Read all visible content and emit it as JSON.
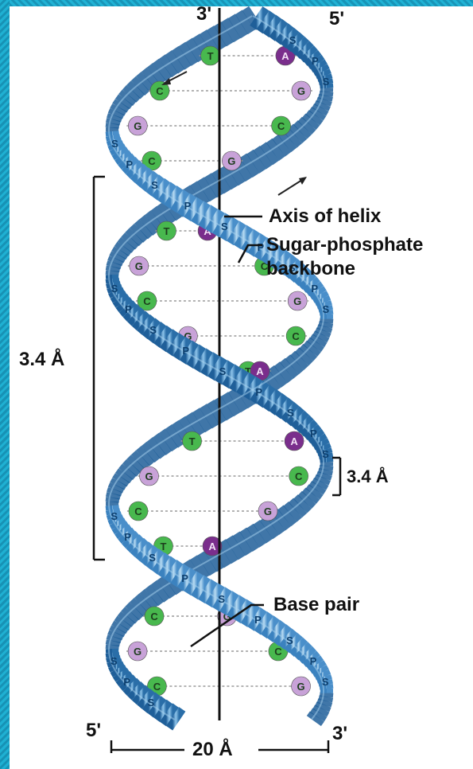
{
  "labels": {
    "end_top_left": "3'",
    "end_top_right": "5'",
    "axis_of_helix": "Axis of helix",
    "backbone_line1": "Sugar-phosphate",
    "backbone_line2": "backbone",
    "pitch": "3.4 Å",
    "rise": "3.4 Å",
    "base_pair": "Base pair",
    "end_bottom_left": "5'",
    "end_bottom_right": "3'",
    "width": "20 Å"
  },
  "backbone_letters": {
    "sugar": "S",
    "phosphate": "P"
  },
  "bases": {
    "thymine": "T",
    "adenine": "A",
    "guanine": "G",
    "cytosine": "C"
  },
  "colors": {
    "ribbon_light": "#a9d3ef",
    "ribbon_mid": "#5ea3d4",
    "ribbon_dark": "#1f5f99",
    "cytosine_thymine": "#48b84e",
    "guanine": "#c8a2d8",
    "adenine": "#7a2e8c",
    "frame": "#1ca6c9"
  }
}
